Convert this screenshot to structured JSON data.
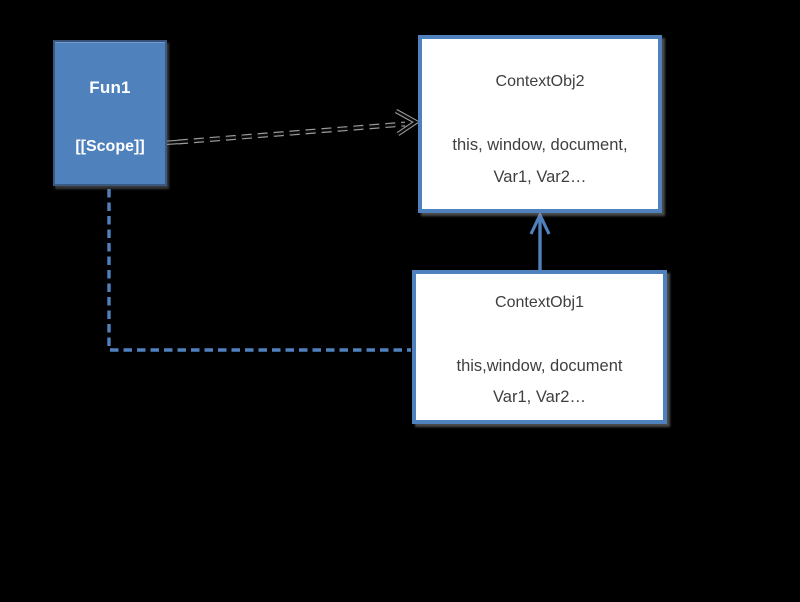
{
  "canvas": {
    "background_color": "#000000",
    "accent_blue": "#4f81bd",
    "body_text_color": "#3f3f3f"
  },
  "nodes": {
    "fun1": {
      "title": "Fun1",
      "property": "[[Scope]]",
      "fill": "#4f81bd",
      "text_color": "#ffffff"
    },
    "context_obj2": {
      "title": "ContextObj2",
      "body_line1": "this, window, document,",
      "body_line2": "Var1, Var2…",
      "fill": "#ffffff",
      "border_color": "#4f81bd"
    },
    "context_obj1": {
      "title": "ContextObj1",
      "body_line1": "this,window, document",
      "body_line2": "Var1, Var2…",
      "fill": "#ffffff",
      "border_color": "#4f81bd"
    }
  },
  "edges": {
    "scope_to_context_obj2": {
      "from": "Fun1 [[Scope]]",
      "to": "ContextObj2",
      "style": "dashed-arrow",
      "color": "#000000"
    },
    "fun1_to_context_obj1": {
      "from": "Fun1",
      "to": "ContextObj1",
      "style": "dashed-elbow",
      "color": "#4f81bd"
    },
    "context_obj1_to_context_obj2": {
      "from": "ContextObj1",
      "to": "ContextObj2",
      "style": "solid-arrow",
      "color": "#4f81bd"
    }
  }
}
